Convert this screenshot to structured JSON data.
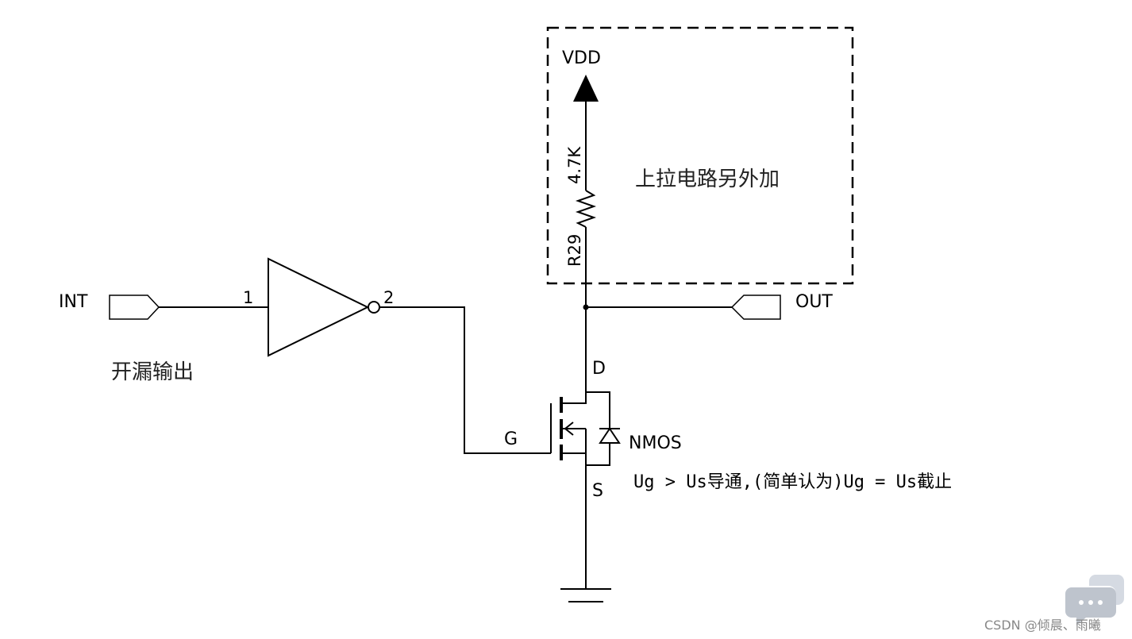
{
  "diagram": {
    "nets": {
      "vdd": "VDD",
      "int": "INT",
      "out": "OUT"
    },
    "resistor": {
      "value": "4.7K",
      "ref": "R29"
    },
    "inverter": {
      "pin_in": "1",
      "pin_out": "2"
    },
    "mosfet": {
      "gate": "G",
      "drain": "D",
      "source": "S",
      "type": "NMOS"
    },
    "notes": {
      "pullup": "上拉电路另外加",
      "open_drain": "开漏输出",
      "condition": "Ug > Us导通,(简单认为)Ug = Us截止"
    },
    "watermark": "CSDN @倾晨、雨曦"
  },
  "colors": {
    "line": "#000000",
    "background": "#ffffff",
    "watermark": "#888888"
  }
}
